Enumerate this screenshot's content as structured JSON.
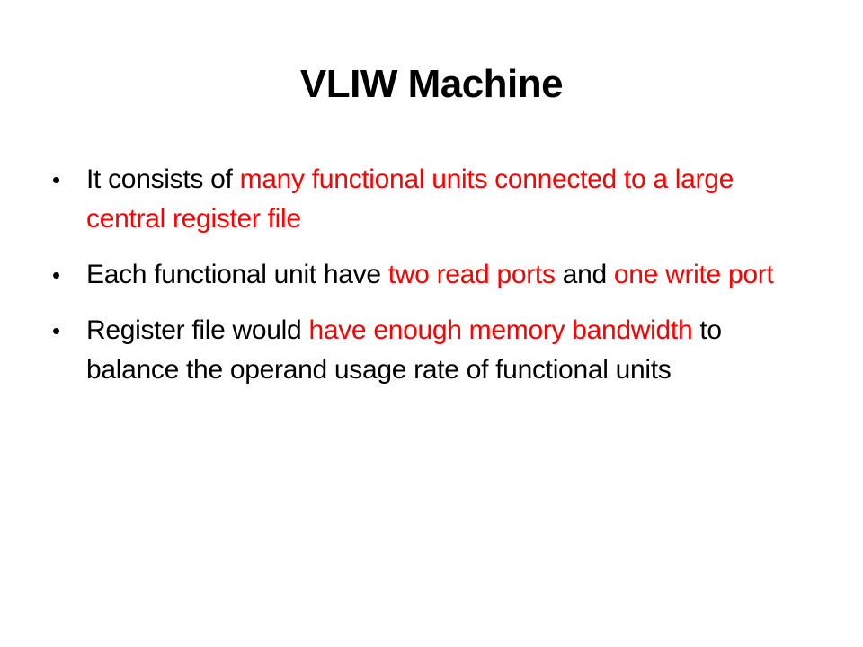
{
  "slide": {
    "title": "VLIW Machine",
    "bullet_glyph": "•",
    "highlight_color": "#ff0000",
    "bullets": [
      {
        "segments": [
          {
            "text": "It consists of ",
            "highlight": false
          },
          {
            "text": "many functional units connected to a large central register file",
            "highlight": true
          }
        ]
      },
      {
        "segments": [
          {
            "text": "Each functional unit have ",
            "highlight": false
          },
          {
            "text": "two read ports",
            "highlight": true
          },
          {
            "text": " and ",
            "highlight": false
          },
          {
            "text": "one write port",
            "highlight": true
          }
        ]
      },
      {
        "segments": [
          {
            "text": "Register file would ",
            "highlight": false
          },
          {
            "text": "have enough memory bandwidth",
            "highlight": true
          },
          {
            "text": " to balance the operand usage rate of functional units",
            "highlight": false
          }
        ]
      }
    ]
  }
}
